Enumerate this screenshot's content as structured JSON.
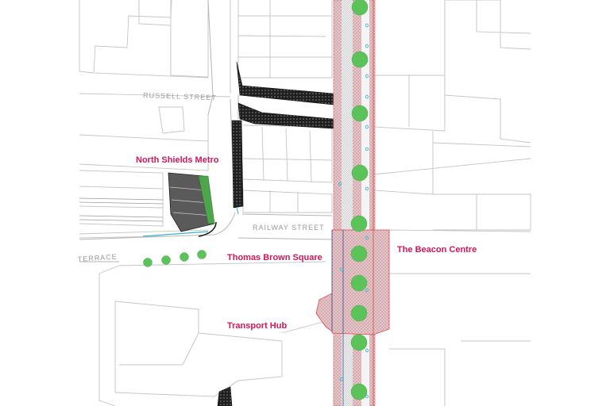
{
  "map": {
    "street_labels": {
      "russell_street": "RUSSELL STREET",
      "railway_street": "RAILWAY STREET",
      "terrace": "TERRACE"
    },
    "place_labels": {
      "north_shields_metro": "North Shields Metro",
      "thomas_brown_square": "Thomas Brown Square",
      "beacon_centre": "The Beacon Centre",
      "transport_hub": "Transport Hub"
    },
    "colors": {
      "tree": "#5cc25a",
      "label": "#d0175a",
      "building_outline": "#bdbdbd",
      "paving": "#e9c9c9",
      "road": "#b0b0b0",
      "path_dark": "#2b2b2b",
      "water_feature": "#33b5d6",
      "boundary": "#e34a4a"
    }
  }
}
